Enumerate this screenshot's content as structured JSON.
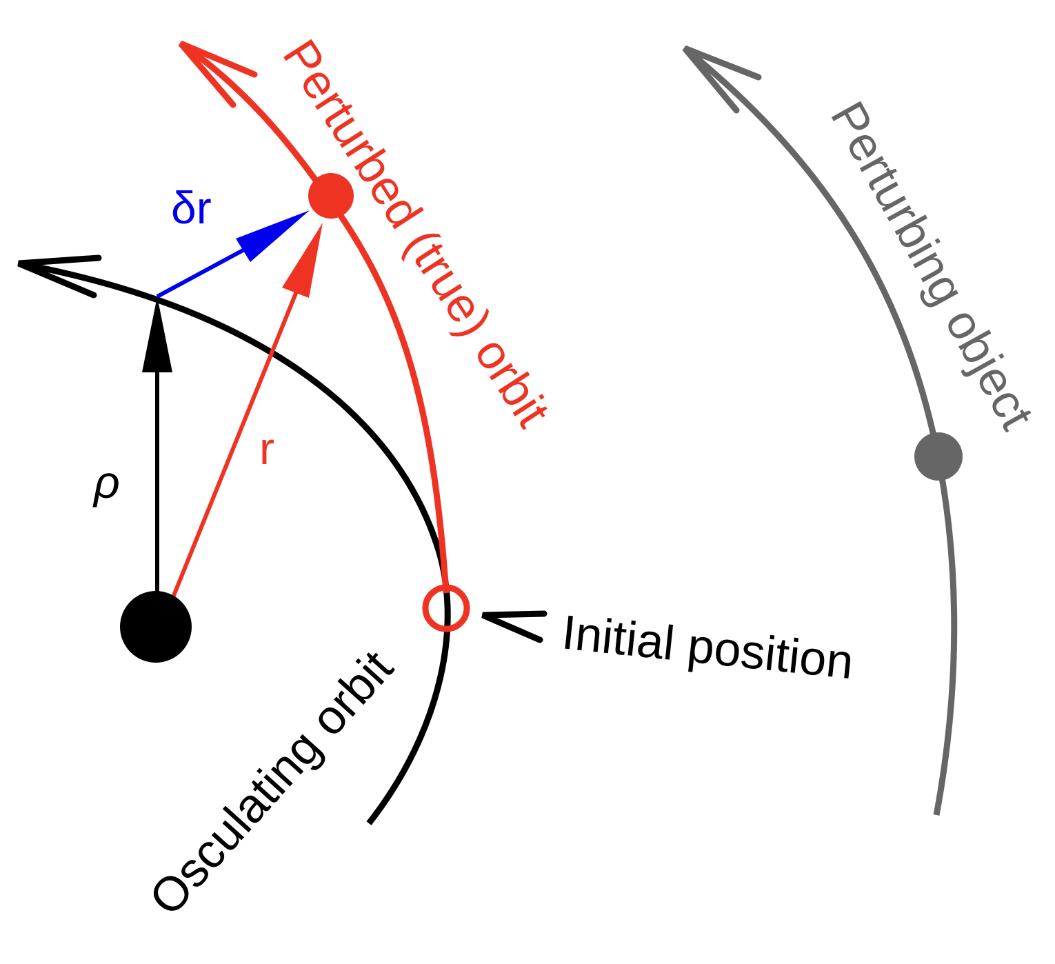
{
  "colors": {
    "osculating": "#000000",
    "perturbed": "#ee3322",
    "perturbing": "#666666",
    "delta": "#0000ee"
  },
  "labels": {
    "perturbed_orbit": "Perturbed (true) orbit",
    "perturbing_object": "Perturbing object",
    "osculating_orbit": "Osculating orbit",
    "initial_position": "Initial position",
    "delta_r": "δr",
    "r": "r",
    "rho": "ρ"
  }
}
